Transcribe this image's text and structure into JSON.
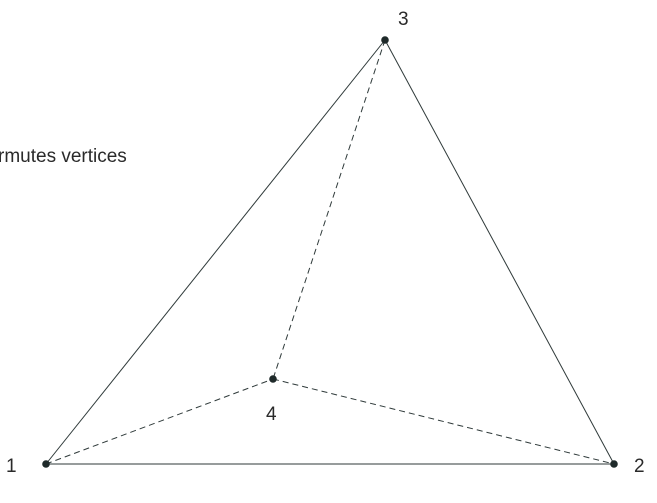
{
  "caption": "rmutes vertices",
  "vertices": [
    {
      "id": "1",
      "label": "1"
    },
    {
      "id": "2",
      "label": "2"
    },
    {
      "id": "3",
      "label": "3"
    },
    {
      "id": "4",
      "label": "4"
    }
  ],
  "colors": {
    "edge": "#2f3a3a",
    "vertex": "#1f2a2a",
    "text": "#2a2a2a"
  }
}
